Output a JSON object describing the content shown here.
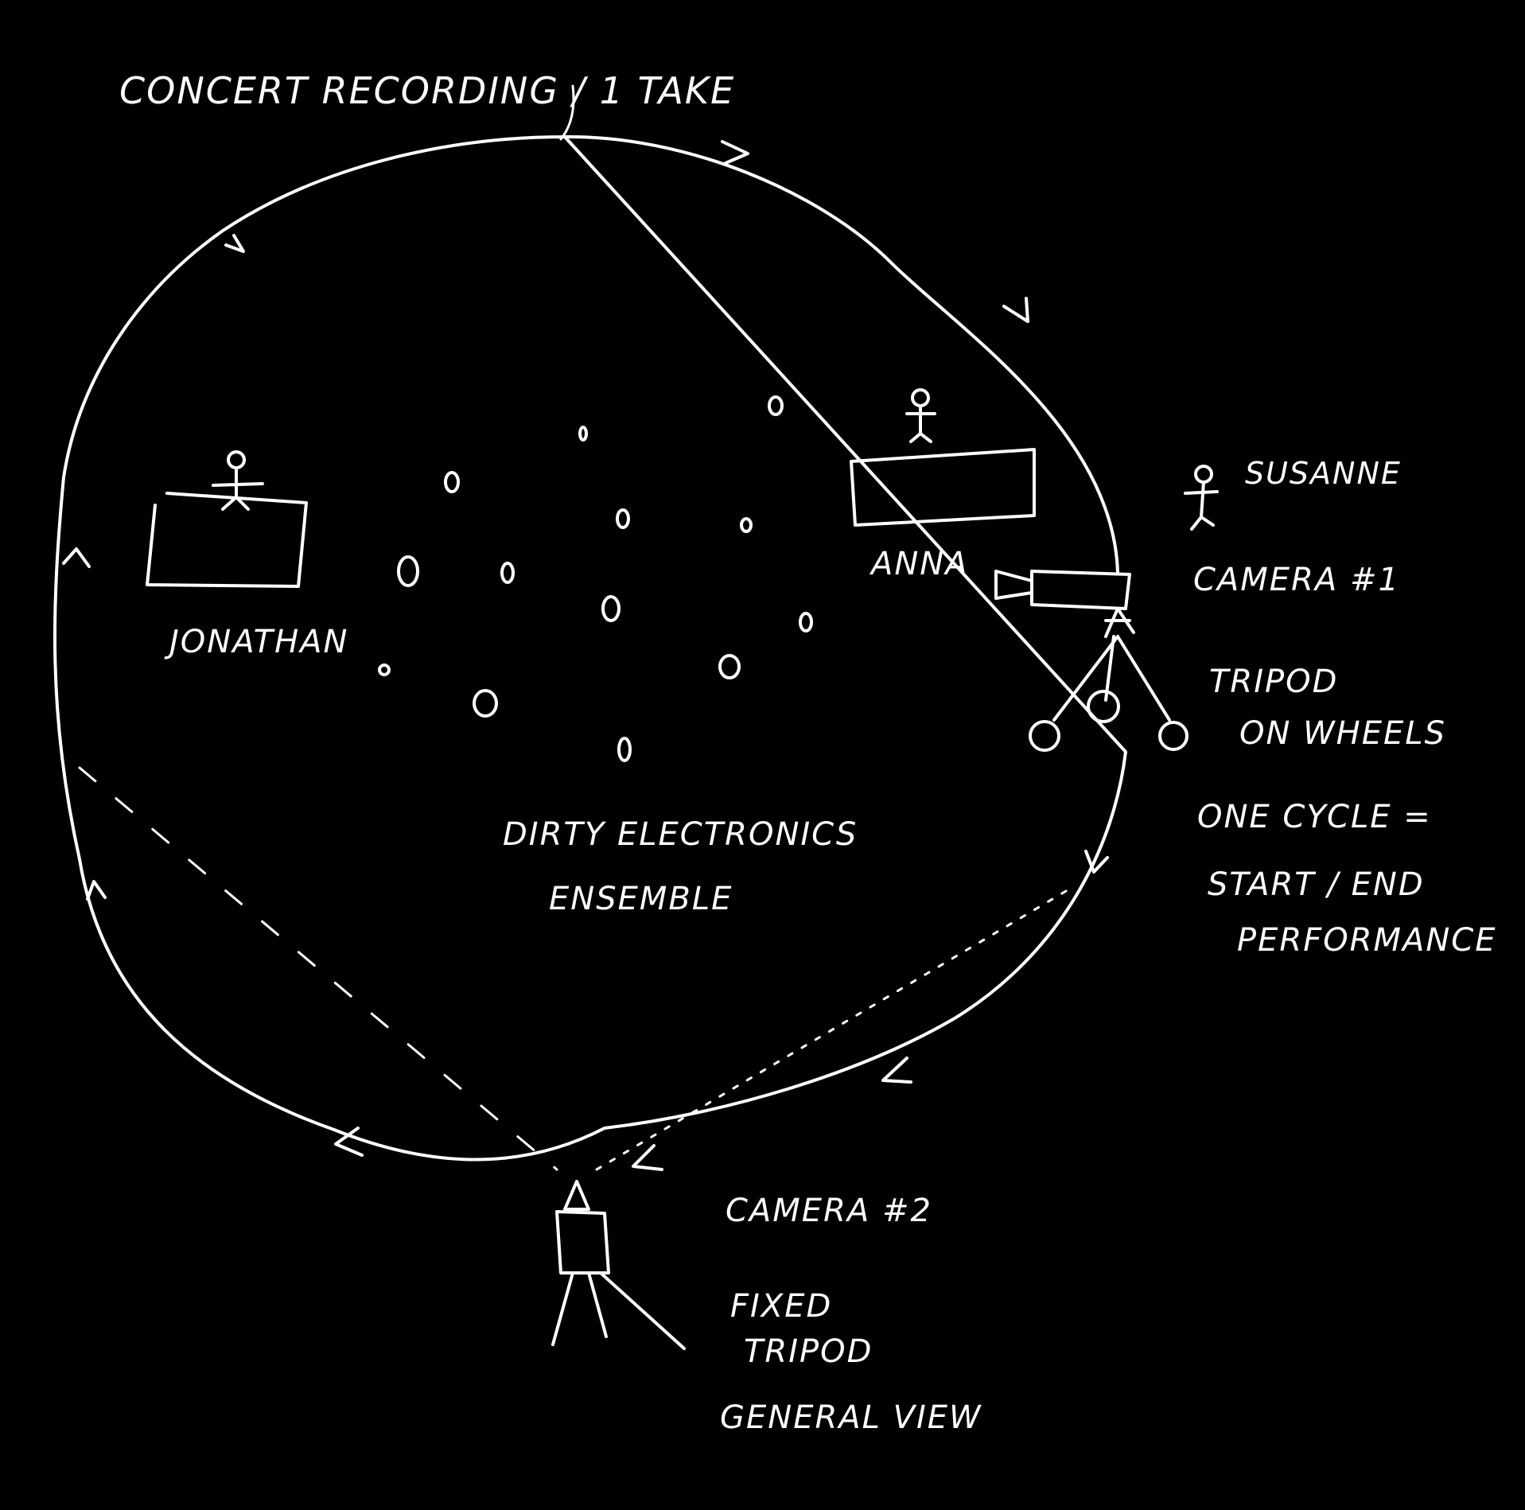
{
  "title": "CONCERT RECORDING / 1 TAKE",
  "colors": {
    "background": "#000000",
    "ink": "#ffffff"
  },
  "performers": {
    "jonathan": "JONATHAN",
    "anna": "ANNA",
    "susanne": "SUSANNE"
  },
  "ensemble": {
    "line1": "DIRTY ELECTRONICS",
    "line2": "ENSEMBLE"
  },
  "camera1": {
    "label": "CAMERA #1",
    "mount_line1": "TRIPOD",
    "mount_line2": "ON WHEELS",
    "cycle_line1": "ONE CYCLE =",
    "cycle_line2": "START / END",
    "cycle_line3": "PERFORMANCE"
  },
  "camera2": {
    "label": "CAMERA #2",
    "mount_line1": "FIXED",
    "mount_line2": "TRIPOD",
    "view": "GENERAL VIEW"
  }
}
